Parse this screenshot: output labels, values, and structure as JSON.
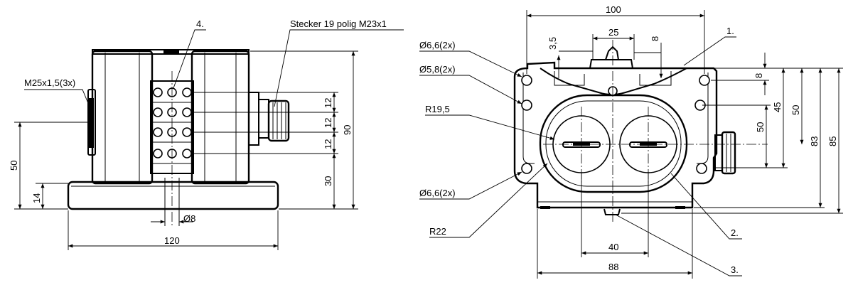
{
  "left_view": {
    "labels": {
      "callout_4": "4.",
      "stecker": "Stecker 19 polig M23x1",
      "m25": "M25x1,5(3x)",
      "phi8": "Ø8"
    },
    "dims": {
      "d120": "120",
      "d50": "50",
      "d14": "14",
      "d90": "90",
      "d30": "30",
      "d12a": "12",
      "d12b": "12",
      "d12c": "12"
    }
  },
  "right_view": {
    "labels": {
      "phi66_top": "Ø6,6(2x)",
      "phi58": "Ø5,8(2x)",
      "r195": "R19,5",
      "phi66_bottom": "Ø6,6(2x)",
      "r22": "R22",
      "callout_1": "1.",
      "callout_2": "2.",
      "callout_3": "3."
    },
    "dims": {
      "d100": "100",
      "d25": "25",
      "d35": "3,5",
      "d8top": "8",
      "d8right": "8",
      "d45": "45",
      "d50a": "50",
      "d50b": "50",
      "d83": "83",
      "d85": "85",
      "d40": "40",
      "d88": "88"
    }
  }
}
